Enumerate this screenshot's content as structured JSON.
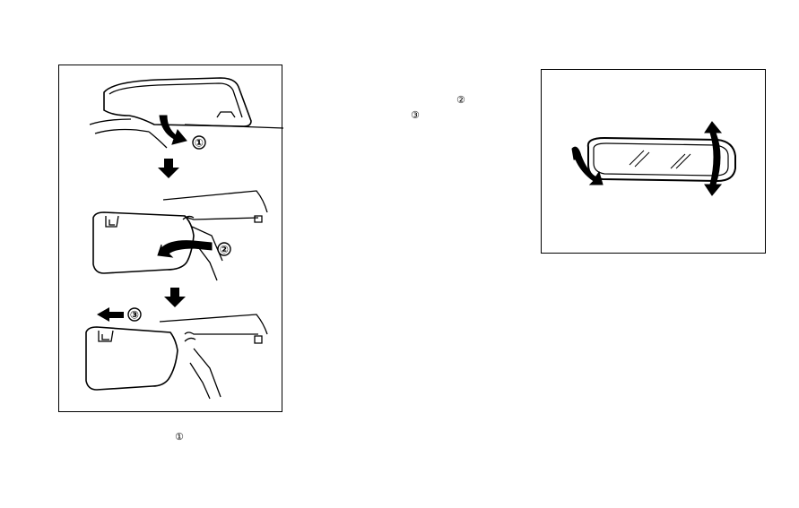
{
  "visor_figure": {
    "callouts": [
      "①",
      "②",
      "③"
    ]
  },
  "text_marks": {
    "step_2": "②",
    "step_3": "③",
    "step_1": "①"
  },
  "colors": {
    "line": "#000000",
    "background": "#ffffff"
  }
}
